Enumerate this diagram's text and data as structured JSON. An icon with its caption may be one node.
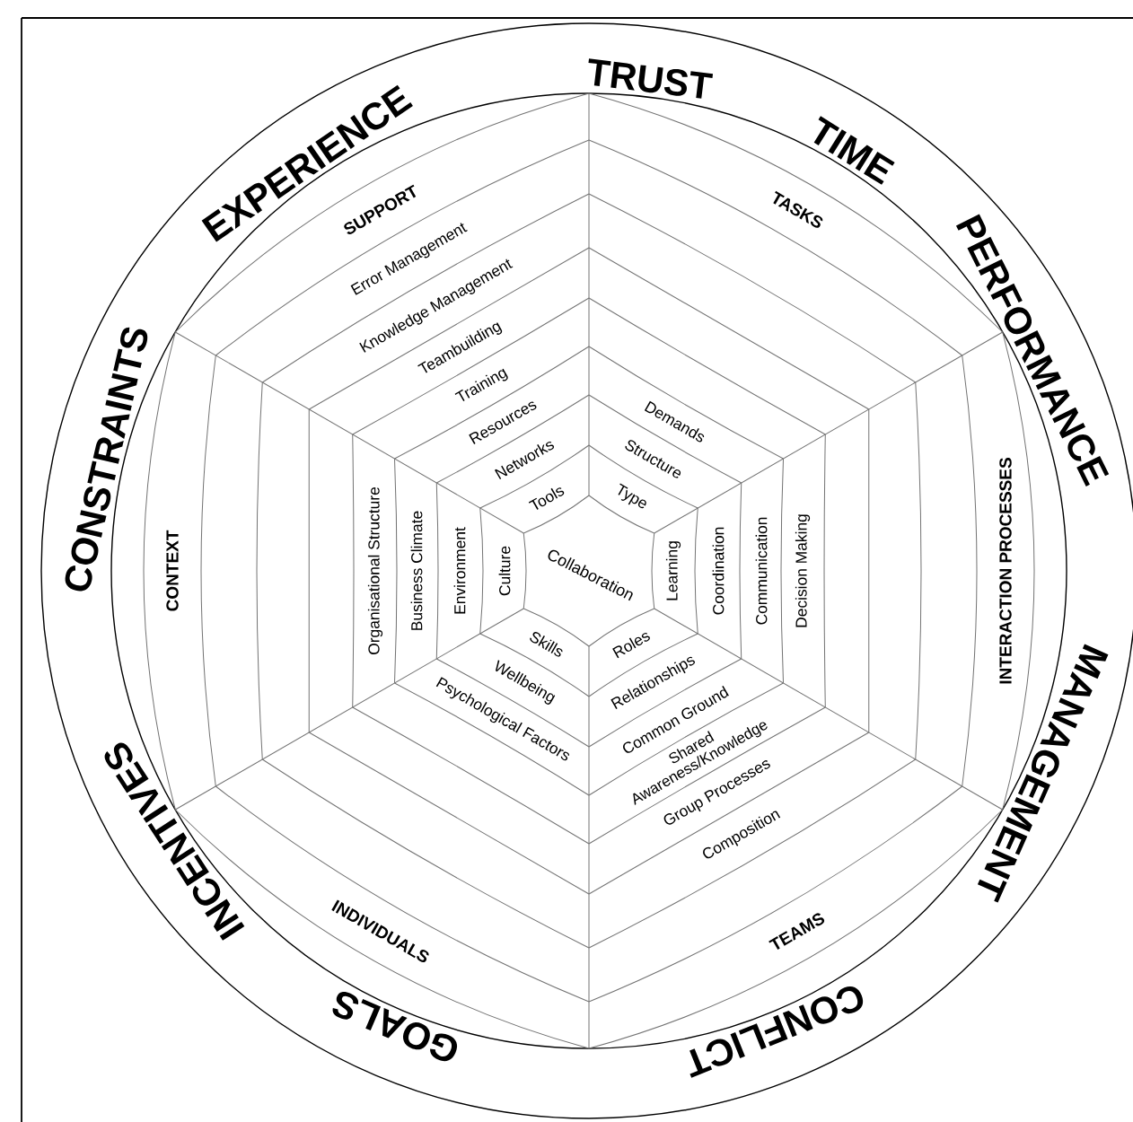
{
  "diagram": {
    "labels": [
      "TRUST",
      "TIME",
      "PERFORMANCE",
      "MANAGEMENT",
      "GOALS",
      "CONFLICT",
      "INCENTIVES",
      "CONSTRAINTS",
      "EXPERIENCE",
      "SUPPORT",
      "Error Management",
      "Knowledge Management",
      "Teambuilding",
      "Training",
      "Resources",
      "Networks",
      "Tools",
      "TASKS",
      "Demands",
      "Structure",
      "Type",
      "CONTEXT",
      "Organisational Structure",
      "Business Climate",
      "Environment",
      "Culture",
      "Collaboration",
      "Learning",
      "Coordination",
      "Communication",
      "Decision Making",
      "INTERACTION PROCESSES",
      "Skills",
      "Wellbeing",
      "Psychological Factors",
      "INDIVIDUALS",
      "Roles",
      "Relationships",
      "Common Ground",
      "Shared Awareness/Knowledge",
      "Group Processes",
      "Composition",
      "TEAMS"
    ]
  }
}
